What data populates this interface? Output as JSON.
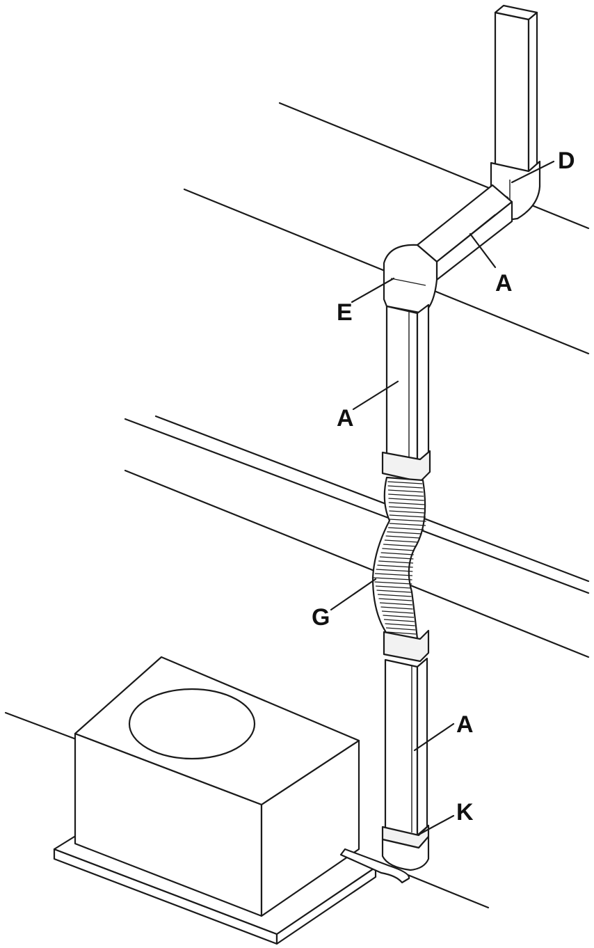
{
  "caption": "",
  "labels": {
    "d": "D",
    "a_top": "A",
    "e": "E",
    "a_mid": "A",
    "g": "G",
    "a_low": "A",
    "k": "K"
  },
  "colors": {
    "stroke": "#1a1a1a",
    "background": "#ffffff"
  }
}
